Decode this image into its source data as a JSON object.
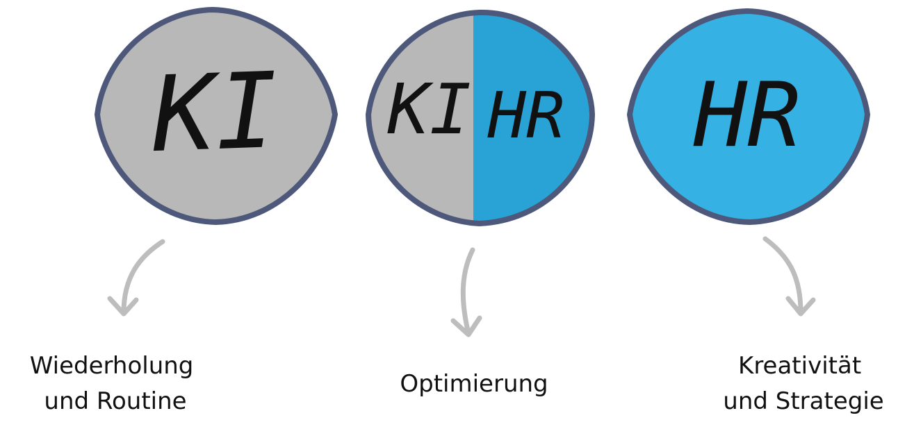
{
  "colors": {
    "gray": "#b8b8b8",
    "blue_split": "#29a3d6",
    "blue_full": "#36b1e4",
    "outline": "#4d587a",
    "arrow": "#bdbdbd",
    "text": "#111111"
  },
  "circles": [
    {
      "id": "ki",
      "left_label": "KI",
      "fill": "gray"
    },
    {
      "id": "ki-hr",
      "left_label": "KI",
      "right_label": "HR",
      "fill_left": "gray",
      "fill_right": "blue_split"
    },
    {
      "id": "hr",
      "left_label": "HR",
      "fill": "blue_full"
    }
  ],
  "captions": {
    "left": [
      "Wiederholung",
      "und Routine"
    ],
    "middle": [
      "Optimierung"
    ],
    "right": [
      "Kreativität",
      "und Strategie"
    ]
  },
  "icons": {
    "arrow": "curved-down-arrow-icon"
  }
}
